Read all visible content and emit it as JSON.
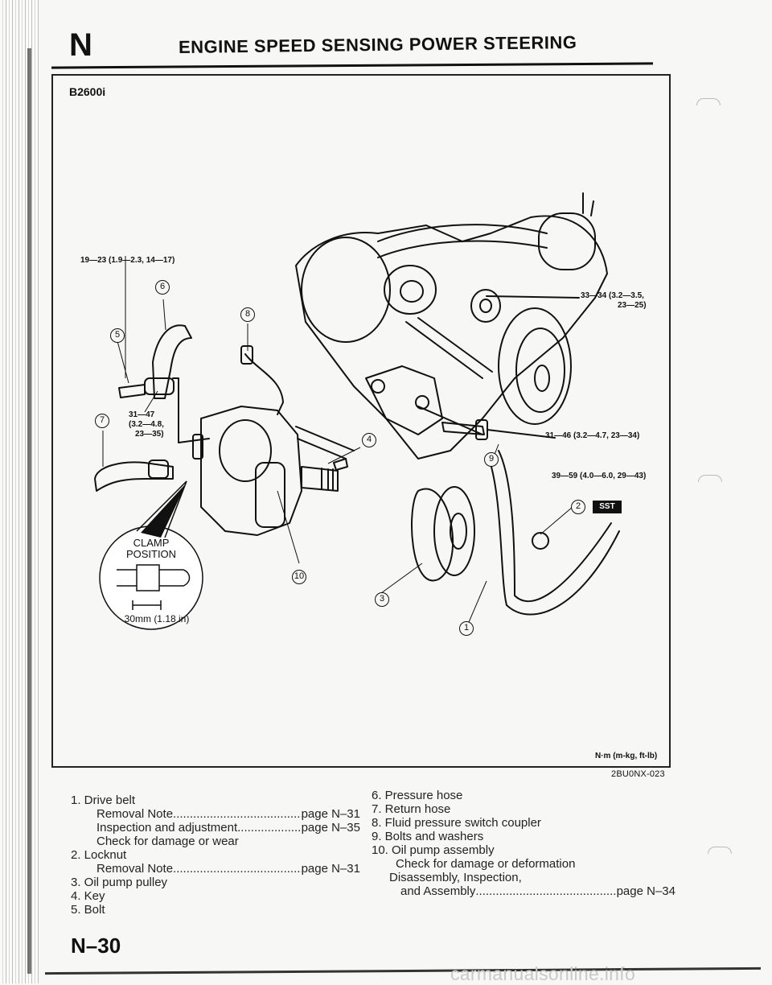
{
  "header": {
    "section_letter": "N",
    "title": "ENGINE SPEED SENSING POWER STEERING"
  },
  "figure": {
    "model": "B2600i",
    "torque_specs": {
      "t1": "19—23 (1.9—2.3, 14—17)",
      "t2_line1": "31—47",
      "t2_line2": "(3.2—4.8,",
      "t2_line3": "23—35)",
      "t3_line1": "33—34 (3.2—3.5,",
      "t3_line2": "23—25)",
      "t4": "31—46 (3.2—4.7, 23—34)",
      "t5": "39—59 (4.0—6.0, 29—43)"
    },
    "callouts": {
      "c1": "1",
      "c2": "2",
      "c3": "3",
      "c4": "4",
      "c5": "5",
      "c6": "6",
      "c7": "7",
      "c8": "8",
      "c9": "9",
      "c10": "10"
    },
    "clamp_position": {
      "line1": "CLAMP",
      "line2": "POSITION",
      "dimension": "30mm (1.18 in)"
    },
    "sst": "SST",
    "units": "N·m (m-kg, ft-lb)",
    "figure_code": "2BU0NX-023"
  },
  "legend_left": [
    {
      "text": "1. Drive belt",
      "indent": false
    },
    {
      "text": "Removal Note",
      "page": "page N–31",
      "indent": true
    },
    {
      "text": "Inspection and adjustment",
      "page": "page N–35",
      "indent": true
    },
    {
      "text": "Check for damage or wear",
      "indent": true
    },
    {
      "text": "2. Locknut",
      "indent": false
    },
    {
      "text": "Removal Note",
      "page": "page N–31",
      "indent": true
    },
    {
      "text": "3. Oil pump pulley",
      "indent": false
    },
    {
      "text": "4. Key",
      "indent": false
    },
    {
      "text": "5. Bolt",
      "indent": false
    }
  ],
  "legend_right": [
    {
      "text": "6. Pressure hose",
      "indent": false
    },
    {
      "text": "7. Return hose",
      "indent": false
    },
    {
      "text": "8. Fluid pressure switch coupler",
      "indent": false
    },
    {
      "text": "9. Bolts and washers",
      "indent": false
    },
    {
      "text": "10. Oil pump assembly",
      "indent": false
    },
    {
      "text": "Check for damage or deformation",
      "indent": true
    },
    {
      "text": "Disassembly, Inspection,",
      "indent": true
    },
    {
      "text": "and Assembly",
      "page": "page N–34",
      "indent": true
    }
  ],
  "footer": {
    "page_number": "N–30",
    "watermark": "carmanualsonline.info"
  }
}
